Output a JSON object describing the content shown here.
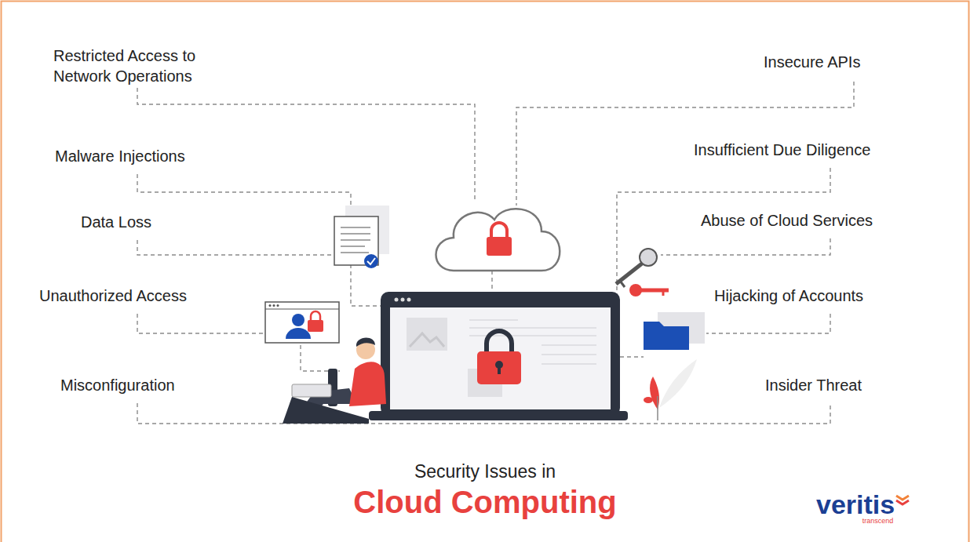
{
  "diagram": {
    "title": "Security Issues in",
    "labels": [
      "Restricted Access to Network Operations",
      "Insecure APIs",
      "Malware Injections",
      "Insufficient Due Diligence",
      "Data Loss",
      "Abuse of Cloud Services",
      "Unauthorized Access",
      "Hijacking of Accounts",
      "Misconfiguration",
      "Insider Threat",
      "Cloud Computing",
      "veritis",
      "transcend"
    ]
  }
}
